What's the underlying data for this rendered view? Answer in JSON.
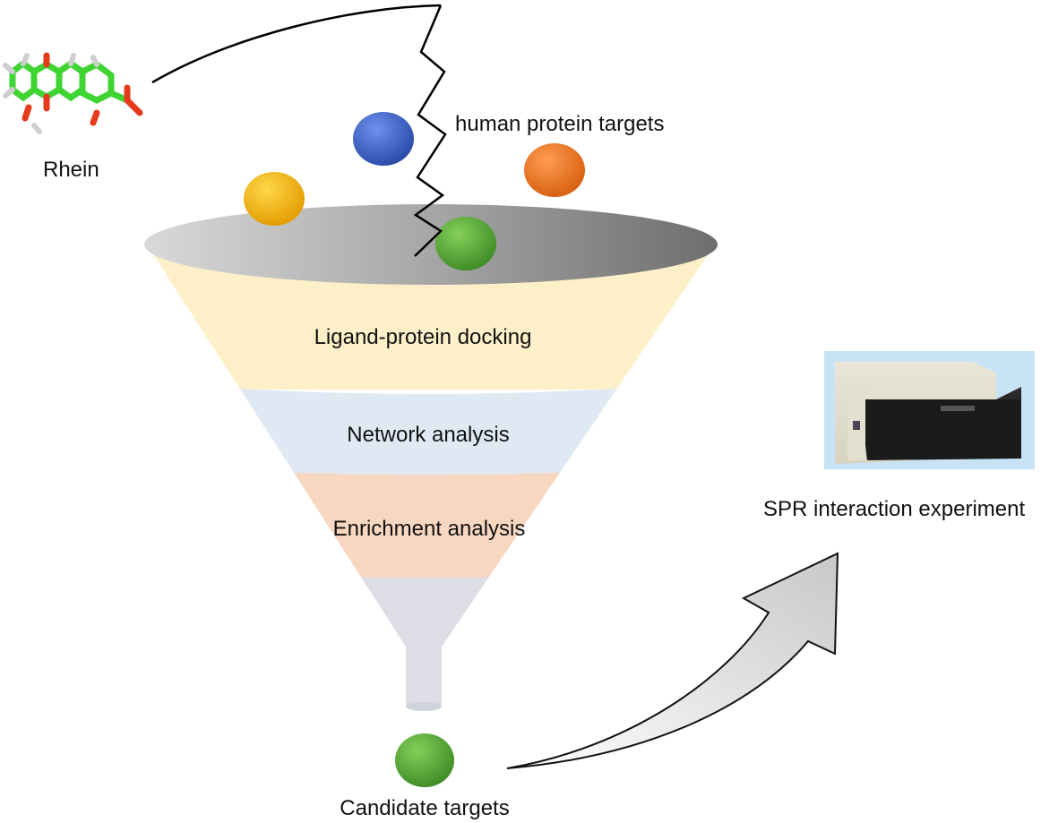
{
  "labels": {
    "molecule": "Rhein",
    "targets": "human protein targets",
    "stage_docking": "Ligand-protein docking",
    "stage_network": "Network analysis",
    "stage_enrichment": "Enrichment analysis",
    "candidates": "Candidate targets",
    "experiment": "SPR interaction experiment"
  },
  "colors": {
    "ball_blue": "#3c5fc8",
    "ball_yellow": "#f5bd0e",
    "ball_orange": "#ef7a25",
    "ball_green": "#62ae3f",
    "band_docking": "#fdf0c8",
    "band_network": "#dfe9f4",
    "band_enrichment": "#f8d7c1",
    "band_spout": "#dcdde5"
  },
  "icons": {
    "molecule": "rhein-molecule-icon",
    "instrument": "spr-instrument-icon"
  }
}
